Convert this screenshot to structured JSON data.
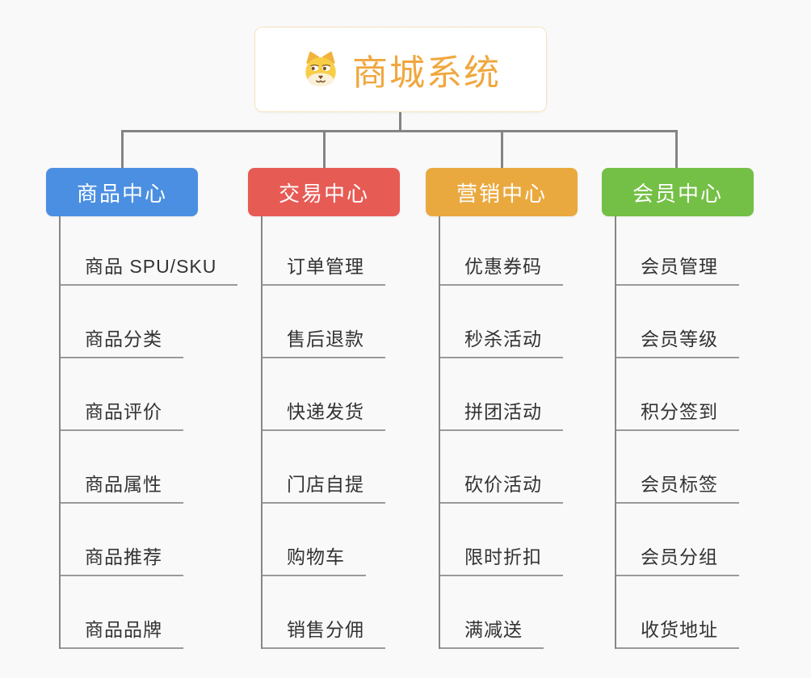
{
  "page": {
    "background_color": "#f9f9f9",
    "connector_color": "#848484",
    "leaf_line_color": "#9a9a9a",
    "leaf_text_color": "#333333"
  },
  "root": {
    "title": "商城系统",
    "icon": "dog-face-icon",
    "title_color": "#f0a73e",
    "border_color": "#f0c47c"
  },
  "branches": [
    {
      "label": "商品中心",
      "color": "#4b8fe2",
      "items": [
        "商品 SPU/SKU",
        "商品分类",
        "商品评价",
        "商品属性",
        "商品推荐",
        "商品品牌"
      ]
    },
    {
      "label": "交易中心",
      "color": "#e75b55",
      "items": [
        "订单管理",
        "售后退款",
        "快递发货",
        "门店自提",
        "购物车",
        "销售分佣"
      ]
    },
    {
      "label": "营销中心",
      "color": "#eaa93f",
      "items": [
        "优惠券码",
        "秒杀活动",
        "拼团活动",
        "砍价活动",
        "限时折扣",
        "满减送"
      ]
    },
    {
      "label": "会员中心",
      "color": "#74c046",
      "items": [
        "会员管理",
        "会员等级",
        "积分签到",
        "会员标签",
        "会员分组",
        "收货地址"
      ]
    }
  ]
}
